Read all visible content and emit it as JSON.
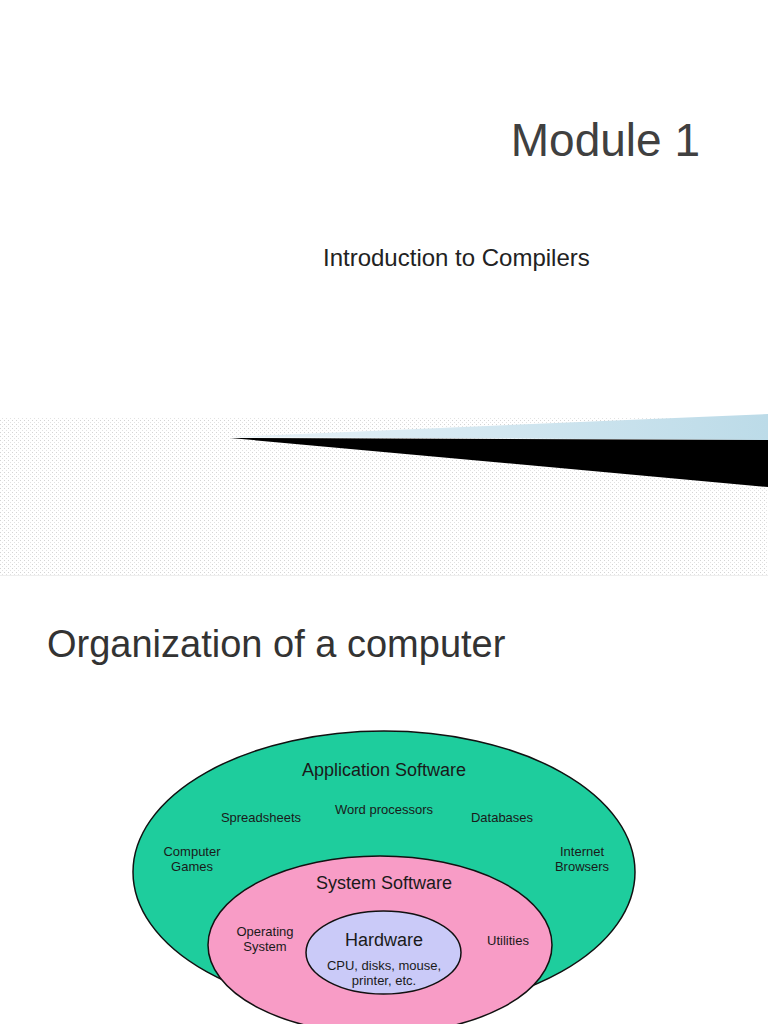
{
  "diagram": {
    "title": "Module 1",
    "nodes": [
      {
        "text": [
          "Application Software",
          "Word processors",
          "Spreadsheets",
          "Databases",
          "Computer Games",
          "Internet Browsers"
        ]
      },
      {
        "text": [
          "System Software",
          "Operating System",
          "Utilities"
        ],
        "in": 0
      },
      {
        "text": [
          "Hardware",
          "CPU, disks, mouse, printer, etc."
        ],
        "in": 1
      }
    ],
    "labels": [
      "Introduction to Compilers",
      "Organization of a computer"
    ]
  }
}
